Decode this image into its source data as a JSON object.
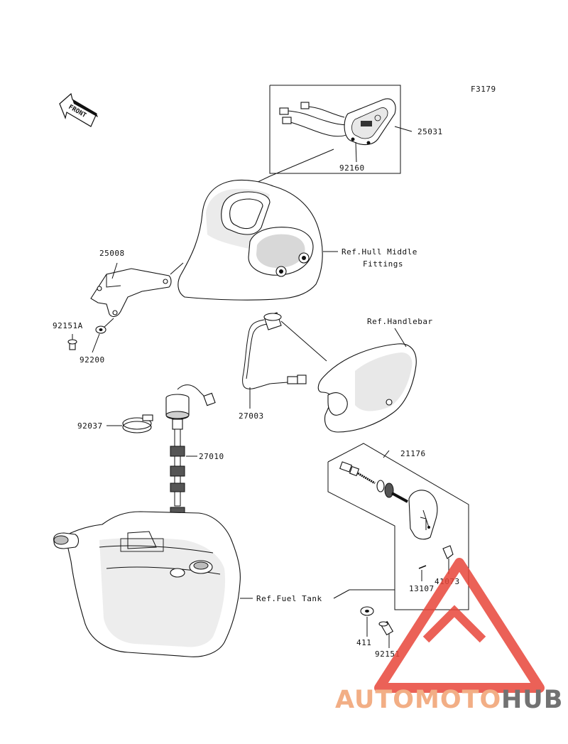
{
  "figure_code": "F3179",
  "front_arrow_label": "FRONT",
  "callouts": {
    "p25031": "25031",
    "p92160": "92160",
    "hull_ref_line1": "Ref.Hull Middle",
    "hull_ref_line2": "Fittings",
    "p25008": "25008",
    "p92151A": "92151A",
    "p92200": "92200",
    "handlebar_ref": "Ref.Handlebar",
    "p27003": "27003",
    "p92037": "92037",
    "p27010": "27010",
    "p21176": "21176",
    "fuel_tank_ref": "Ref.Fuel Tank",
    "p41073": "41073",
    "p13107": "13107",
    "p411": "411",
    "p92151": "92151"
  },
  "watermark": {
    "part1": "AUTOMOTO",
    "part2": "HUB",
    "color_primary": "#e8463a",
    "color_secondary": "#f2b483",
    "color_dark": "#5a5a5a"
  }
}
